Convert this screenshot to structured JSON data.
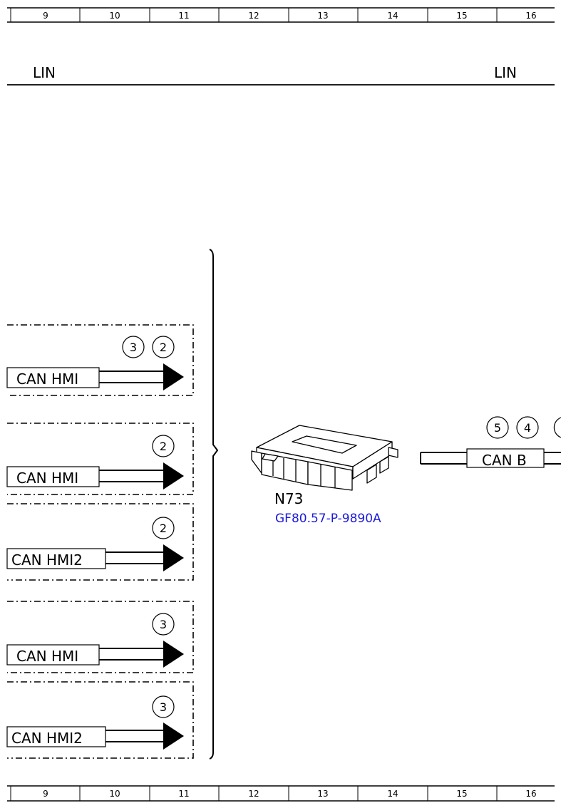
{
  "ruler": {
    "columns": [
      "9",
      "10",
      "11",
      "12",
      "13",
      "14",
      "15",
      "16"
    ]
  },
  "bus_labels": {
    "left": "LIN",
    "right": "LIN"
  },
  "connections": [
    {
      "label": "CAN HMI",
      "markers": [
        "3",
        "2"
      ]
    },
    {
      "label": "CAN HMI",
      "markers": [
        "2"
      ]
    },
    {
      "label": "CAN HMI2",
      "markers": [
        "2"
      ]
    },
    {
      "label": "CAN HMI",
      "markers": [
        "3"
      ]
    },
    {
      "label": "CAN HMI2",
      "markers": [
        "3"
      ]
    }
  ],
  "component": {
    "id": "N73",
    "reference": "GF80.57-P-9890A",
    "reference_color": "#1a1adb"
  },
  "can_b": {
    "label": "CAN B",
    "markers": [
      "5",
      "4"
    ]
  }
}
